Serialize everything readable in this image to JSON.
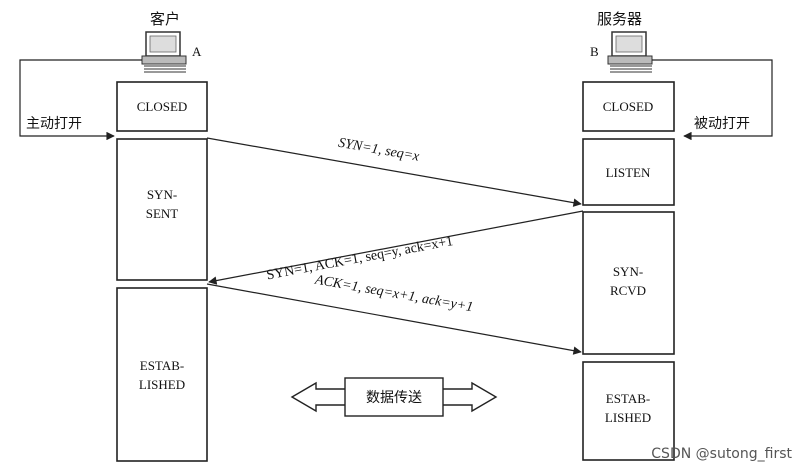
{
  "client": {
    "title": "客户",
    "id": "A"
  },
  "server": {
    "title": "服务器",
    "id": "B"
  },
  "client_states": [
    "CLOSED",
    [
      "SYN-",
      "SENT"
    ],
    [
      "ESTAB-",
      "LISHED"
    ]
  ],
  "server_states": [
    "CLOSED",
    "LISTEN",
    [
      "SYN-",
      "RCVD"
    ],
    [
      "ESTAB-",
      "LISHED"
    ]
  ],
  "labels": {
    "active_open": "主动打开",
    "passive_open": "被动打开",
    "data_transfer": "数据传送"
  },
  "messages": [
    {
      "text": "SYN=1, seq=x"
    },
    {
      "text": "SYN=1, ACK=1, seq=y, ack=x+1"
    },
    {
      "text": "ACK=1, seq=x+1, ack=y+1"
    }
  ],
  "watermark": "CSDN @sutong_first"
}
